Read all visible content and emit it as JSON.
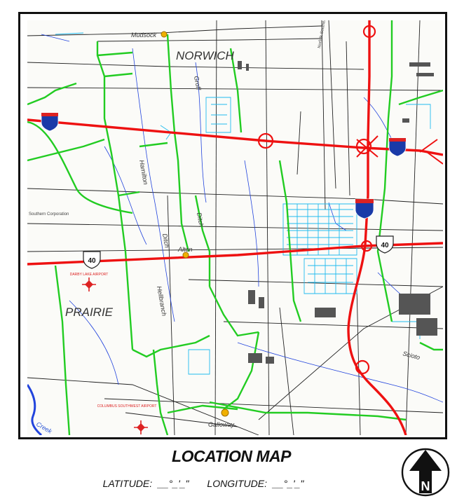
{
  "map": {
    "places": {
      "norwich": "NORWICH",
      "prairie": "PRAIRIE",
      "mudsock": "Mudsock",
      "alton": "Alton",
      "galloway": "Galloway"
    },
    "streets": {
      "hamilton": "Hamilton",
      "ditch": "Ditch",
      "hellbranch": "Hellbranch",
      "groff": "Groff",
      "norfolk_southern": "Norfolk Southern",
      "southern_corporation": "Southern Corporation",
      "scioto": "Scioto",
      "creek": "Creek"
    },
    "airports": {
      "darby": "DARBY LAKE AIRPORT",
      "bolton": "COLUMBUS SOUTHWEST AIRPORT"
    },
    "shields": {
      "us40_west": "40",
      "us40_east": "40"
    },
    "colors": {
      "highway": "#ee1111",
      "arterial": "#22cc22",
      "water": "#2244dd",
      "parcels": "#22bbee",
      "local_road": "#222222",
      "interstate_shield": "#1a3aa8"
    }
  },
  "footer": {
    "title": "LOCATION MAP",
    "latitude_label": "LATITUDE:",
    "latitude_value": "__°_'_\"",
    "longitude_label": "LONGITUDE:",
    "longitude_value": "__°_'_\""
  },
  "north_arrow": {
    "letter": "N"
  }
}
